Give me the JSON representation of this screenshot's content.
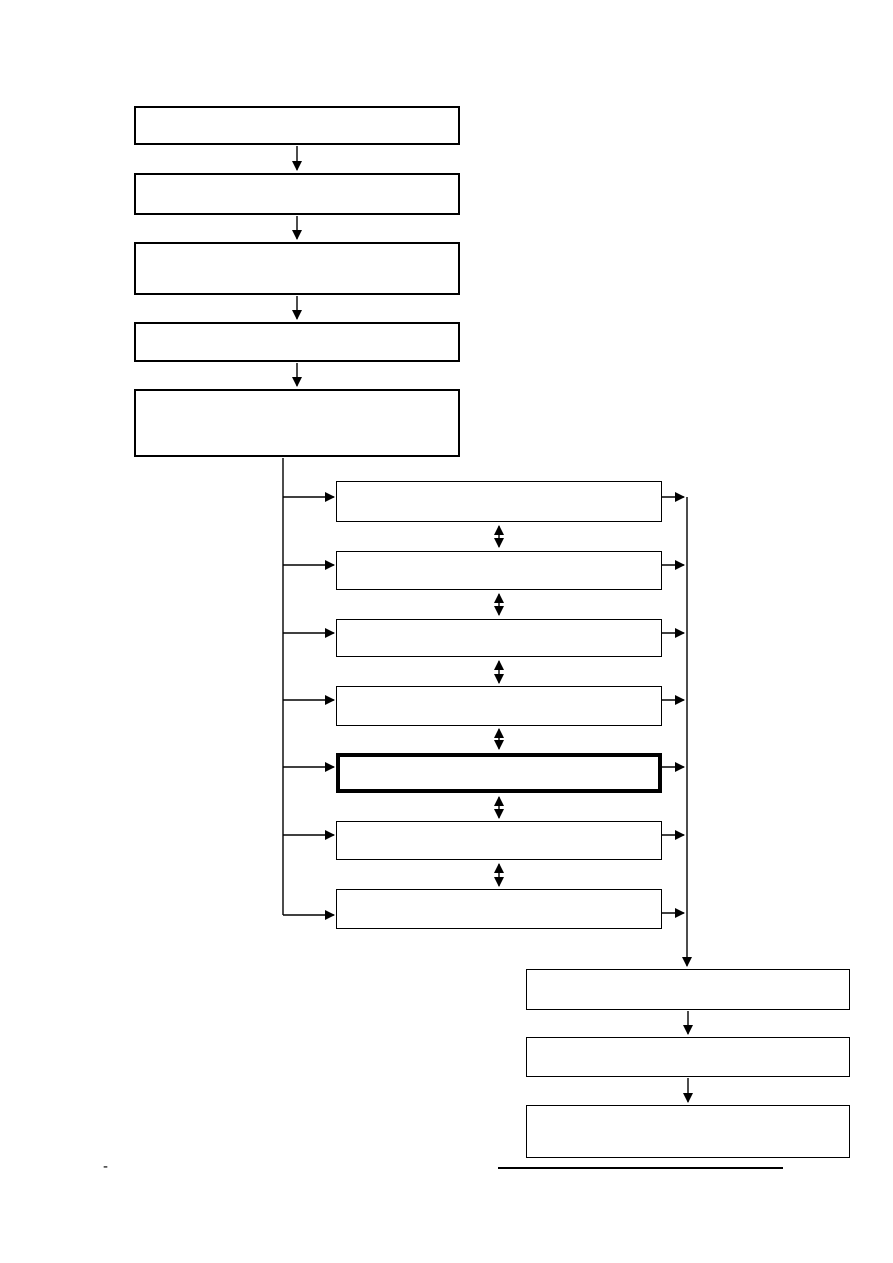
{
  "page": {
    "background_color": "#ffffff",
    "footnote_marker": "-"
  },
  "diagram": {
    "type": "flowchart",
    "title": "",
    "line_color": "#000000",
    "box_fill_color": "#ffffff",
    "box_border_color": "#000000",
    "emphasized_box": "option-5",
    "left_column": {
      "boxes": [
        {
          "id": "step-1",
          "label": ""
        },
        {
          "id": "step-2",
          "label": ""
        },
        {
          "id": "step-3",
          "label": ""
        },
        {
          "id": "step-4",
          "label": ""
        },
        {
          "id": "step-5",
          "label": ""
        }
      ]
    },
    "middle_column": {
      "boxes": [
        {
          "id": "option-1",
          "label": "",
          "emphasized": false
        },
        {
          "id": "option-2",
          "label": "",
          "emphasized": false
        },
        {
          "id": "option-3",
          "label": "",
          "emphasized": false
        },
        {
          "id": "option-4",
          "label": "",
          "emphasized": false
        },
        {
          "id": "option-5",
          "label": "",
          "emphasized": true
        },
        {
          "id": "option-6",
          "label": "",
          "emphasized": false
        },
        {
          "id": "option-7",
          "label": "",
          "emphasized": false
        }
      ]
    },
    "bottom_column": {
      "boxes": [
        {
          "id": "final-1",
          "label": ""
        },
        {
          "id": "final-2",
          "label": ""
        },
        {
          "id": "final-3",
          "label": ""
        }
      ]
    },
    "edges": [
      {
        "from": "step-1",
        "to": "step-2",
        "style": "arrow"
      },
      {
        "from": "step-2",
        "to": "step-3",
        "style": "arrow"
      },
      {
        "from": "step-3",
        "to": "step-4",
        "style": "arrow"
      },
      {
        "from": "step-4",
        "to": "step-5",
        "style": "arrow"
      },
      {
        "from": "step-5",
        "to": "option-1",
        "style": "arrow"
      },
      {
        "from": "step-5",
        "to": "option-2",
        "style": "arrow"
      },
      {
        "from": "step-5",
        "to": "option-3",
        "style": "arrow"
      },
      {
        "from": "step-5",
        "to": "option-4",
        "style": "arrow"
      },
      {
        "from": "step-5",
        "to": "option-5",
        "style": "arrow"
      },
      {
        "from": "step-5",
        "to": "option-6",
        "style": "arrow"
      },
      {
        "from": "step-5",
        "to": "option-7",
        "style": "arrow"
      },
      {
        "from": "option-1",
        "to": "option-2",
        "style": "double-arrow"
      },
      {
        "from": "option-2",
        "to": "option-3",
        "style": "double-arrow"
      },
      {
        "from": "option-3",
        "to": "option-4",
        "style": "double-arrow"
      },
      {
        "from": "option-4",
        "to": "option-5",
        "style": "double-arrow"
      },
      {
        "from": "option-5",
        "to": "option-6",
        "style": "double-arrow"
      },
      {
        "from": "option-6",
        "to": "option-7",
        "style": "double-arrow"
      },
      {
        "from": "option-1",
        "to": "collector",
        "style": "arrow"
      },
      {
        "from": "option-2",
        "to": "collector",
        "style": "arrow"
      },
      {
        "from": "option-3",
        "to": "collector",
        "style": "arrow"
      },
      {
        "from": "option-4",
        "to": "collector",
        "style": "arrow"
      },
      {
        "from": "option-5",
        "to": "collector",
        "style": "arrow"
      },
      {
        "from": "option-6",
        "to": "collector",
        "style": "arrow"
      },
      {
        "from": "option-7",
        "to": "collector",
        "style": "arrow"
      },
      {
        "from": "collector",
        "to": "final-1",
        "style": "arrow"
      },
      {
        "from": "final-1",
        "to": "final-2",
        "style": "arrow"
      },
      {
        "from": "final-2",
        "to": "final-3",
        "style": "arrow"
      }
    ],
    "footnote_separator_present": true
  }
}
